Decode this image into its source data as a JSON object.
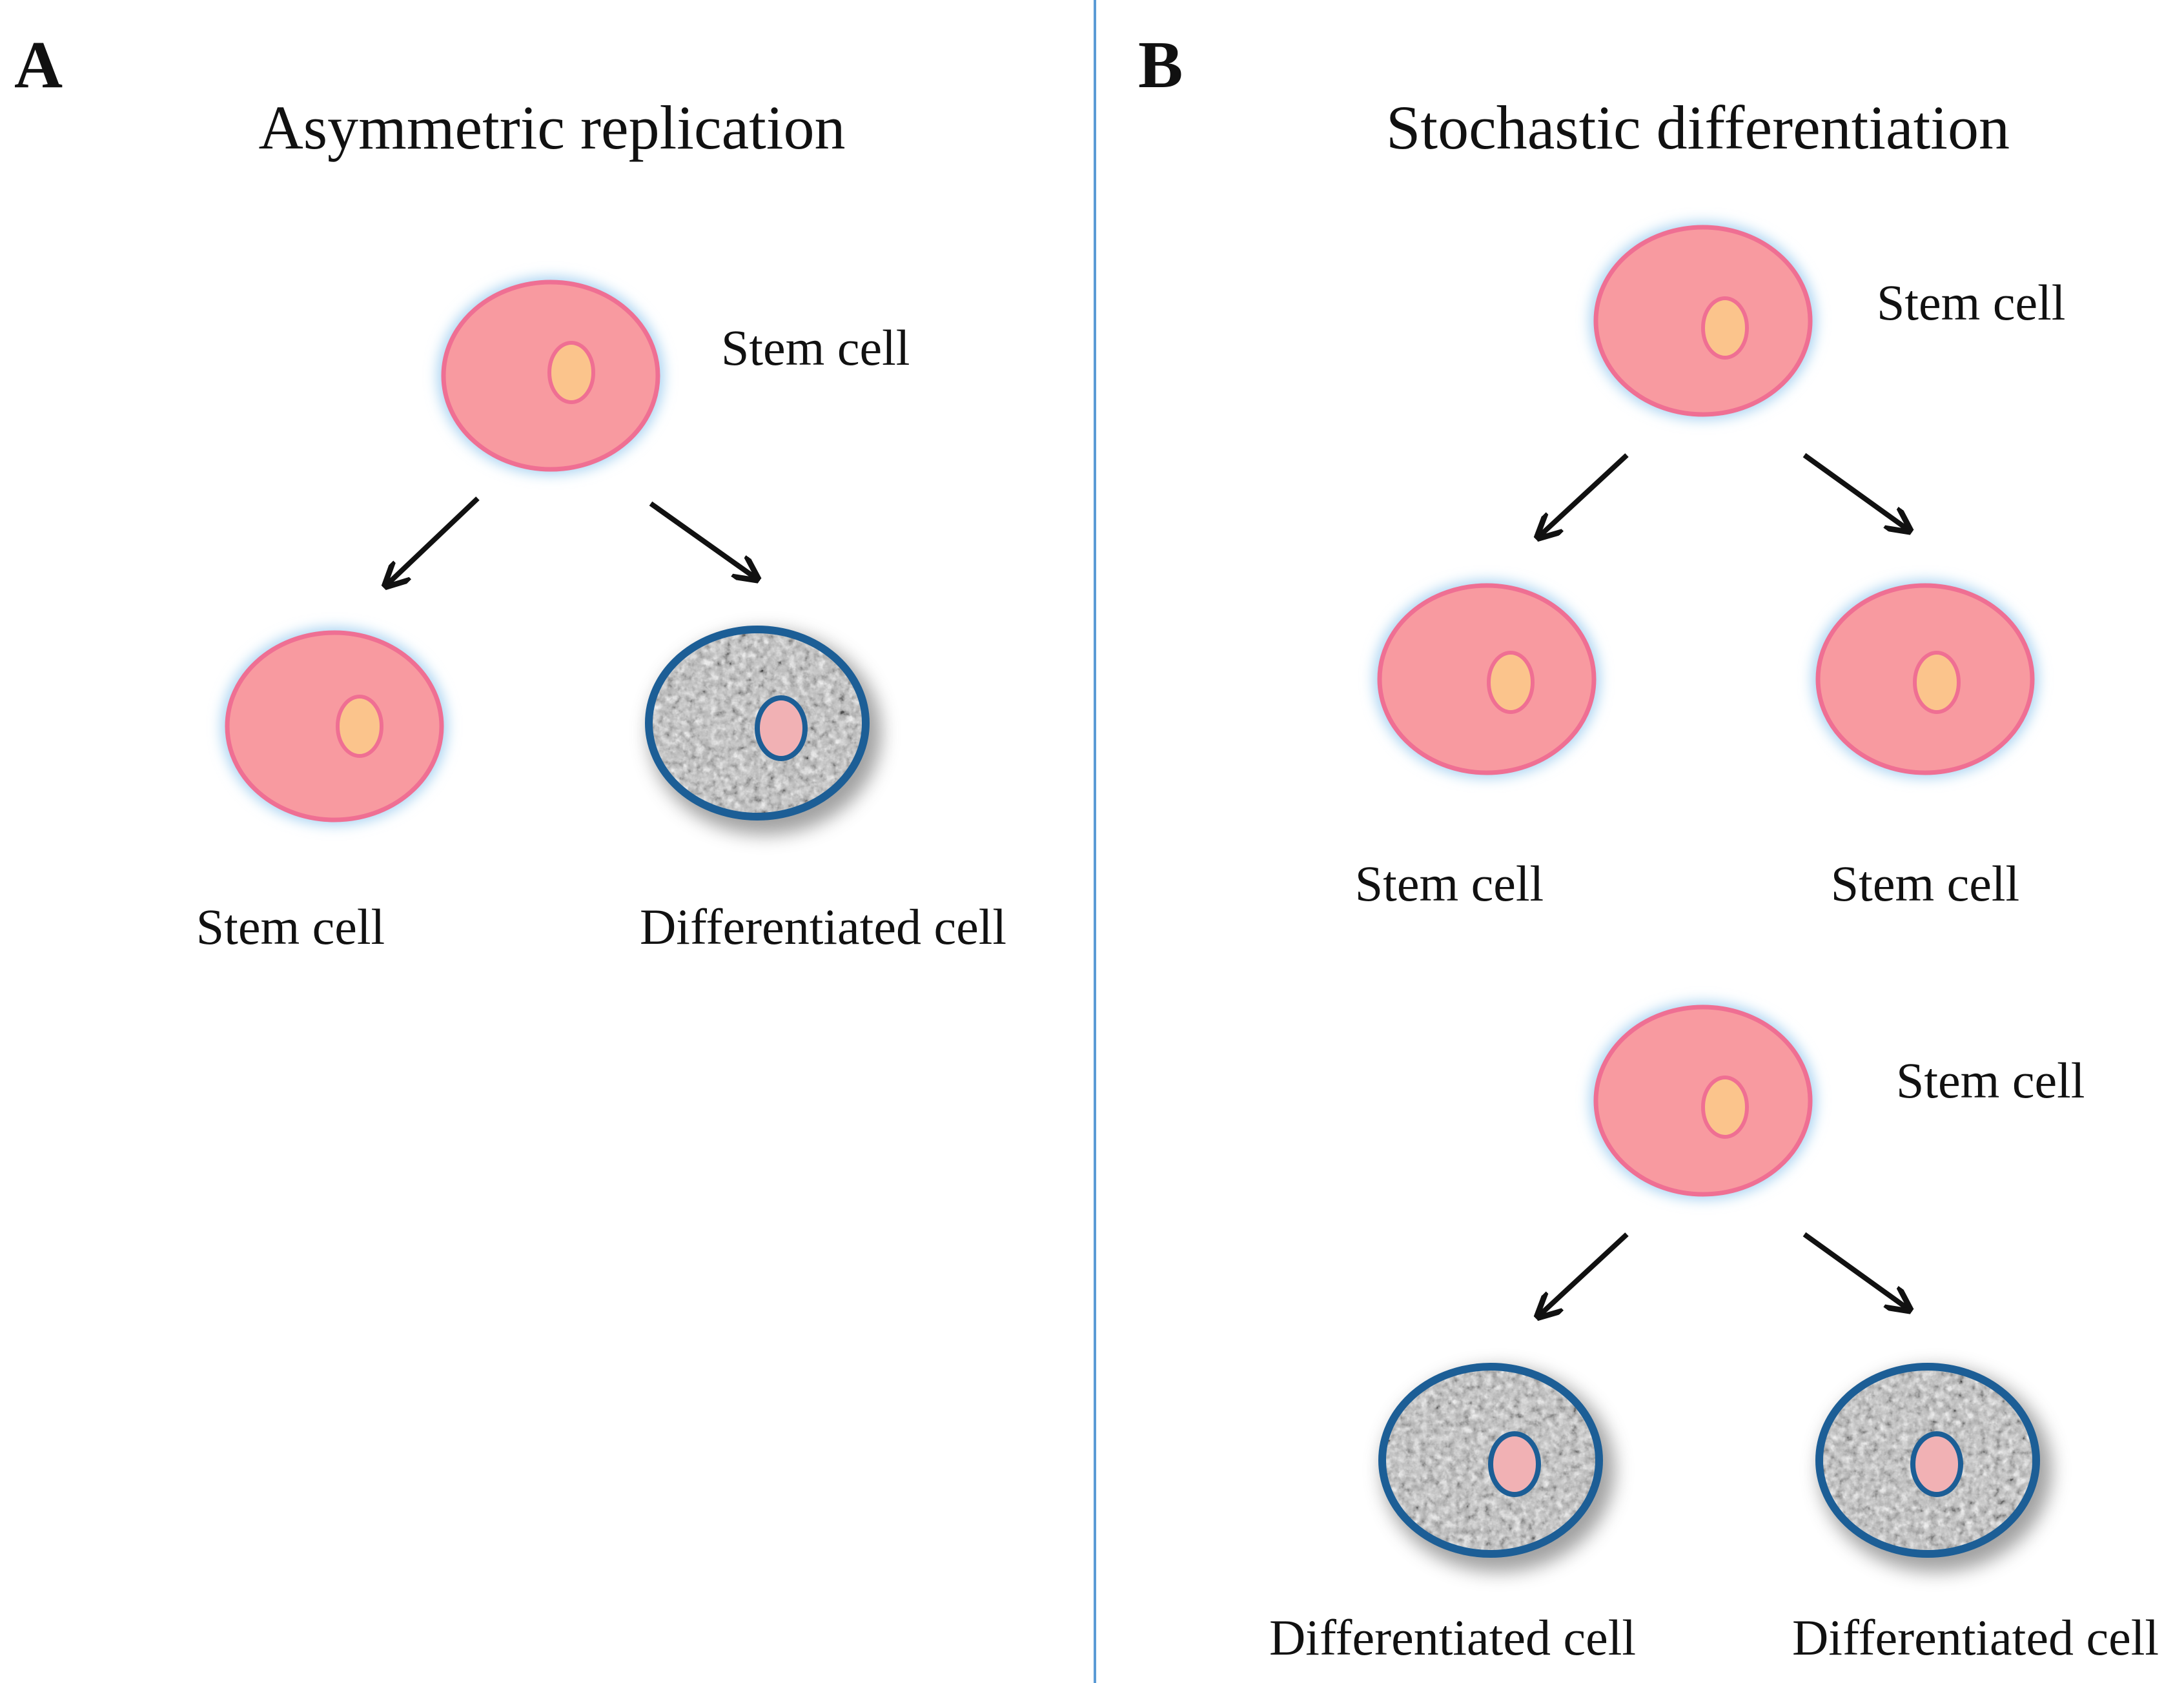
{
  "panels": [
    {
      "letter": "A",
      "title": "Asymmetric replication",
      "parent_label": "Stem cell",
      "children": [
        {
          "kind": "stem",
          "label": "Stem cell"
        },
        {
          "kind": "differentiated",
          "label": "Differentiated cell"
        }
      ]
    },
    {
      "letter": "B",
      "title": "Stochastic differentiation",
      "groups": [
        {
          "parent_label": "Stem cell",
          "children": [
            {
              "kind": "stem",
              "label": "Stem cell"
            },
            {
              "kind": "stem",
              "label": "Stem cell"
            }
          ]
        },
        {
          "parent_label": "Stem cell",
          "children": [
            {
              "kind": "differentiated",
              "label": "Differentiated cell"
            },
            {
              "kind": "differentiated",
              "label": "Differentiated cell"
            }
          ]
        }
      ]
    }
  ],
  "colors": {
    "stem_fill": "#f89aa0",
    "stem_border": "#ef6f93",
    "stem_glow": "#a9d3f2",
    "stem_nucleus": "#fbc48c",
    "diff_fill": "#b8b8b8",
    "diff_border": "#1c5e96",
    "diff_nucleus": "#f1b1b4",
    "divider": "#5b9bd5"
  }
}
